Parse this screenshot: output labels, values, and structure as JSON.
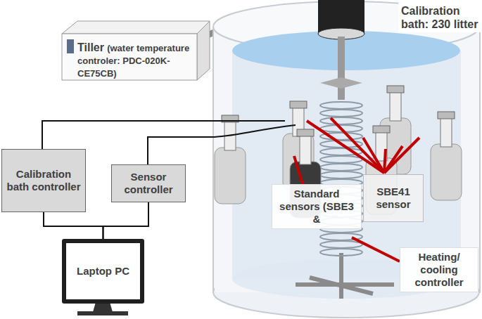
{
  "diagram": {
    "nodes": [
      {
        "text": [
          "Tiller",
          "(water temperature controler: PDC-020K-CE75CB)"
        ]
      },
      {
        "text": [
          "Calibration bath controller"
        ]
      },
      {
        "text": [
          "Sensor controller"
        ]
      },
      {
        "text": [
          "Laptop PC"
        ]
      },
      {
        "text": [
          "SBE41 sensor"
        ]
      },
      {
        "text": [
          "Standard sensors (SBE3 &"
        ]
      },
      {
        "text": [
          "Heating/ cooling controller"
        ]
      }
    ],
    "edges": [
      {
        "from": 1,
        "to": 3,
        "arrow": "none"
      },
      {
        "from": 2,
        "to": 3,
        "arrow": "none"
      }
    ],
    "labels": [
      "Calibration bath: 230 litter"
    ]
  }
}
